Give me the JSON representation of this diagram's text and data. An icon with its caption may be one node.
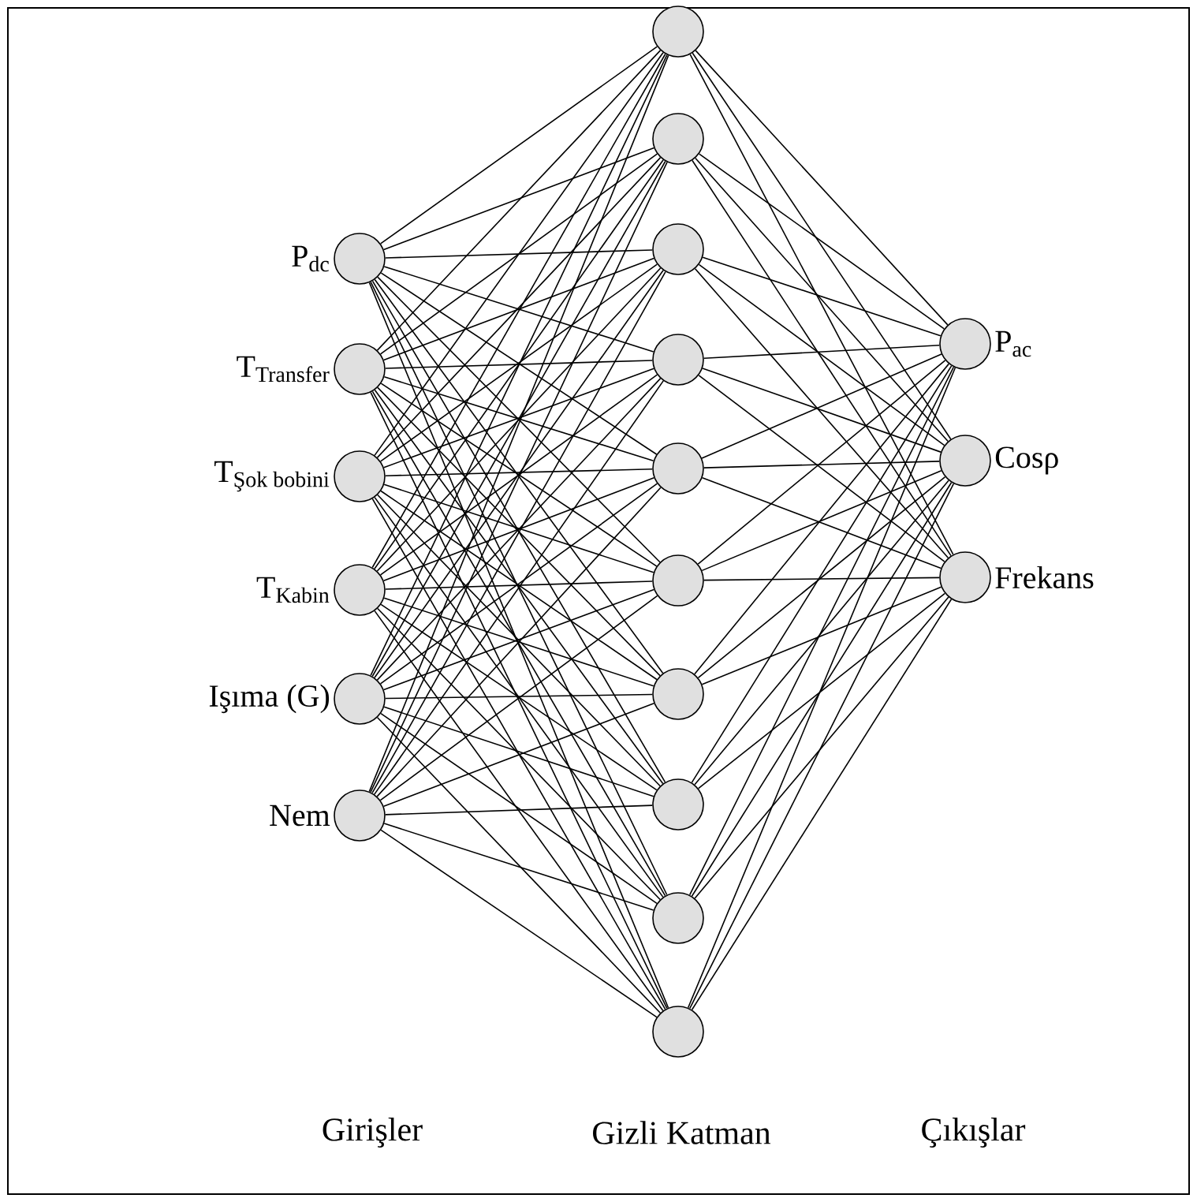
{
  "diagram": {
    "nodes": [
      {
        "text": [],
        "shape": "circle",
        "beside": [
          "\\text{P}_{\\text{dc}}"
        ]
      },
      {
        "text": [],
        "shape": "circle",
        "beside": [
          "\\text{T}_{\\text{Transfer}}"
        ]
      },
      {
        "text": [],
        "shape": "circle",
        "beside": [
          "\\text{T}_{\\text{Şok bobini}}"
        ]
      },
      {
        "text": [],
        "shape": "circle",
        "beside": [
          "\\text{T}_{\\text{Kabin}}"
        ]
      },
      {
        "text": [],
        "shape": "circle",
        "beside": [
          "\\text{Işıma (G)}"
        ]
      },
      {
        "text": [],
        "shape": "circle",
        "beside": [
          "\\text{Nem}"
        ]
      },
      {
        "text": [],
        "shape": "circle"
      },
      {
        "text": [],
        "shape": "circle"
      },
      {
        "text": [],
        "shape": "circle"
      },
      {
        "text": [],
        "shape": "circle"
      },
      {
        "text": [],
        "shape": "circle"
      },
      {
        "text": [],
        "shape": "circle"
      },
      {
        "text": [],
        "shape": "circle"
      },
      {
        "text": [],
        "shape": "circle"
      },
      {
        "text": [],
        "shape": "circle"
      },
      {
        "text": [],
        "shape": "circle"
      },
      {
        "text": [],
        "shape": "circle",
        "beside": [
          "\\text{P}_{\\text{ac}}"
        ]
      },
      {
        "text": [],
        "shape": "circle",
        "beside": [
          "\\text{Cosρ}"
        ]
      },
      {
        "text": [],
        "shape": "circle",
        "beside": [
          "\\text{Frekans}"
        ]
      }
    ],
    "edges": [
      {
        "from": 0,
        "to": 6,
        "arrow": "none"
      },
      {
        "from": 0,
        "to": 7,
        "arrow": "none"
      },
      {
        "from": 0,
        "to": 8,
        "arrow": "none"
      },
      {
        "from": 0,
        "to": 9,
        "arrow": "none"
      },
      {
        "from": 0,
        "to": 10,
        "arrow": "none"
      },
      {
        "from": 0,
        "to": 11,
        "arrow": "none"
      },
      {
        "from": 0,
        "to": 12,
        "arrow": "none"
      },
      {
        "from": 0,
        "to": 13,
        "arrow": "none"
      },
      {
        "from": 0,
        "to": 14,
        "arrow": "none"
      },
      {
        "from": 0,
        "to": 15,
        "arrow": "none"
      },
      {
        "from": 1,
        "to": 6,
        "arrow": "none"
      },
      {
        "from": 1,
        "to": 7,
        "arrow": "none"
      },
      {
        "from": 1,
        "to": 8,
        "arrow": "none"
      },
      {
        "from": 1,
        "to": 9,
        "arrow": "none"
      },
      {
        "from": 1,
        "to": 10,
        "arrow": "none"
      },
      {
        "from": 1,
        "to": 11,
        "arrow": "none"
      },
      {
        "from": 1,
        "to": 12,
        "arrow": "none"
      },
      {
        "from": 1,
        "to": 13,
        "arrow": "none"
      },
      {
        "from": 1,
        "to": 14,
        "arrow": "none"
      },
      {
        "from": 1,
        "to": 15,
        "arrow": "none"
      },
      {
        "from": 2,
        "to": 6,
        "arrow": "none"
      },
      {
        "from": 2,
        "to": 7,
        "arrow": "none"
      },
      {
        "from": 2,
        "to": 8,
        "arrow": "none"
      },
      {
        "from": 2,
        "to": 9,
        "arrow": "none"
      },
      {
        "from": 2,
        "to": 10,
        "arrow": "none"
      },
      {
        "from": 2,
        "to": 11,
        "arrow": "none"
      },
      {
        "from": 2,
        "to": 12,
        "arrow": "none"
      },
      {
        "from": 2,
        "to": 13,
        "arrow": "none"
      },
      {
        "from": 2,
        "to": 14,
        "arrow": "none"
      },
      {
        "from": 2,
        "to": 15,
        "arrow": "none"
      },
      {
        "from": 3,
        "to": 6,
        "arrow": "none"
      },
      {
        "from": 3,
        "to": 7,
        "arrow": "none"
      },
      {
        "from": 3,
        "to": 8,
        "arrow": "none"
      },
      {
        "from": 3,
        "to": 9,
        "arrow": "none"
      },
      {
        "from": 3,
        "to": 10,
        "arrow": "none"
      },
      {
        "from": 3,
        "to": 11,
        "arrow": "none"
      },
      {
        "from": 3,
        "to": 12,
        "arrow": "none"
      },
      {
        "from": 3,
        "to": 13,
        "arrow": "none"
      },
      {
        "from": 3,
        "to": 14,
        "arrow": "none"
      },
      {
        "from": 3,
        "to": 15,
        "arrow": "none"
      },
      {
        "from": 4,
        "to": 6,
        "arrow": "none"
      },
      {
        "from": 4,
        "to": 7,
        "arrow": "none"
      },
      {
        "from": 4,
        "to": 8,
        "arrow": "none"
      },
      {
        "from": 4,
        "to": 9,
        "arrow": "none"
      },
      {
        "from": 4,
        "to": 10,
        "arrow": "none"
      },
      {
        "from": 4,
        "to": 11,
        "arrow": "none"
      },
      {
        "from": 4,
        "to": 12,
        "arrow": "none"
      },
      {
        "from": 4,
        "to": 13,
        "arrow": "none"
      },
      {
        "from": 4,
        "to": 14,
        "arrow": "none"
      },
      {
        "from": 4,
        "to": 15,
        "arrow": "none"
      },
      {
        "from": 5,
        "to": 6,
        "arrow": "none"
      },
      {
        "from": 5,
        "to": 7,
        "arrow": "none"
      },
      {
        "from": 5,
        "to": 8,
        "arrow": "none"
      },
      {
        "from": 5,
        "to": 9,
        "arrow": "none"
      },
      {
        "from": 5,
        "to": 10,
        "arrow": "none"
      },
      {
        "from": 5,
        "to": 11,
        "arrow": "none"
      },
      {
        "from": 5,
        "to": 12,
        "arrow": "none"
      },
      {
        "from": 5,
        "to": 13,
        "arrow": "none"
      },
      {
        "from": 5,
        "to": 14,
        "arrow": "none"
      },
      {
        "from": 5,
        "to": 15,
        "arrow": "none"
      },
      {
        "from": 6,
        "to": 16,
        "arrow": "none"
      },
      {
        "from": 6,
        "to": 17,
        "arrow": "none"
      },
      {
        "from": 6,
        "to": 18,
        "arrow": "none"
      },
      {
        "from": 7,
        "to": 16,
        "arrow": "none"
      },
      {
        "from": 7,
        "to": 17,
        "arrow": "none"
      },
      {
        "from": 7,
        "to": 18,
        "arrow": "none"
      },
      {
        "from": 8,
        "to": 16,
        "arrow": "none"
      },
      {
        "from": 8,
        "to": 17,
        "arrow": "none"
      },
      {
        "from": 8,
        "to": 18,
        "arrow": "none"
      },
      {
        "from": 9,
        "to": 16,
        "arrow": "none"
      },
      {
        "from": 9,
        "to": 17,
        "arrow": "none"
      },
      {
        "from": 9,
        "to": 18,
        "arrow": "none"
      },
      {
        "from": 10,
        "to": 16,
        "arrow": "none"
      },
      {
        "from": 10,
        "to": 17,
        "arrow": "none"
      },
      {
        "from": 10,
        "to": 18,
        "arrow": "none"
      },
      {
        "from": 11,
        "to": 16,
        "arrow": "none"
      },
      {
        "from": 11,
        "to": 17,
        "arrow": "none"
      },
      {
        "from": 11,
        "to": 18,
        "arrow": "none"
      },
      {
        "from": 12,
        "to": 16,
        "arrow": "none"
      },
      {
        "from": 12,
        "to": 17,
        "arrow": "none"
      },
      {
        "from": 12,
        "to": 18,
        "arrow": "none"
      },
      {
        "from": 13,
        "to": 16,
        "arrow": "none"
      },
      {
        "from": 13,
        "to": 17,
        "arrow": "none"
      },
      {
        "from": 13,
        "to": 18,
        "arrow": "none"
      },
      {
        "from": 14,
        "to": 16,
        "arrow": "none"
      },
      {
        "from": 14,
        "to": 17,
        "arrow": "none"
      },
      {
        "from": 14,
        "to": 18,
        "arrow": "none"
      },
      {
        "from": 15,
        "to": 16,
        "arrow": "none"
      },
      {
        "from": 15,
        "to": 17,
        "arrow": "none"
      },
      {
        "from": 15,
        "to": 18,
        "arrow": "none"
      }
    ],
    "labels": [
      "Girişler",
      "Gizli Katman",
      "Çıkışlar"
    ]
  }
}
